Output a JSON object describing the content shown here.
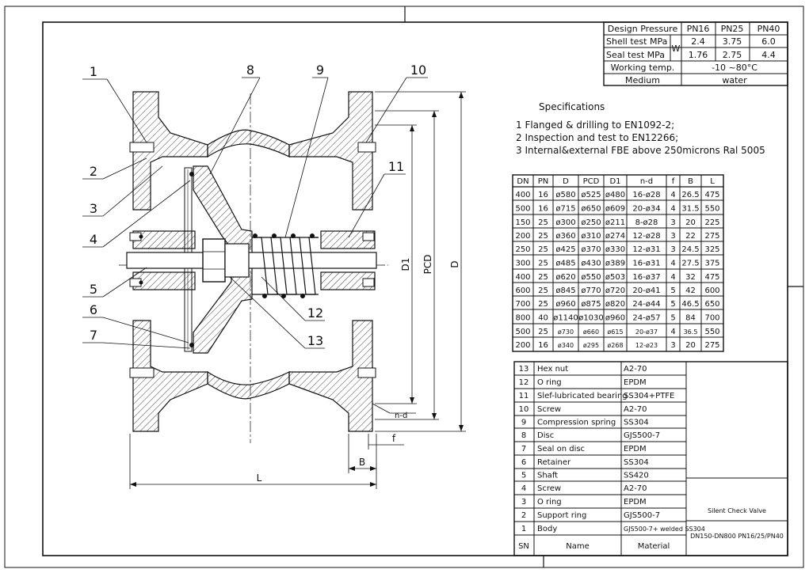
{
  "pressure_table": {
    "headers": [
      "Design Pressure",
      "PN16",
      "PN25",
      "PN40"
    ],
    "rows": [
      {
        "label": "Shell test MPa",
        "values": [
          "2.4",
          "3.75",
          "6.0"
        ]
      },
      {
        "label": "Seal test MPa",
        "values": [
          "1.76",
          "2.75",
          "4.4"
        ]
      }
    ],
    "w_mark": "W",
    "working_temp_label": "Working temp.",
    "working_temp_value": "-10 ~80°C",
    "medium_label": "Medium",
    "medium_value": "water"
  },
  "specifications": {
    "title": "Specifications",
    "items": [
      "1 Flanged & drilling to EN1092-2;",
      "2 Inspection and test to EN12266;",
      "3 Internal&external FBE above 250microns Ral 5005"
    ]
  },
  "dimension_table": {
    "headers": [
      "DN",
      "PN",
      "D",
      "PCD",
      "D1",
      "n-d",
      "f",
      "B",
      "L"
    ],
    "rows": [
      [
        "400",
        "16",
        "ø580",
        "ø525",
        "ø480",
        "16-ø28",
        "4",
        "26.5",
        "475"
      ],
      [
        "500",
        "16",
        "ø715",
        "ø650",
        "ø609",
        "20-ø34",
        "4",
        "31.5",
        "550"
      ],
      [
        "150",
        "25",
        "ø300",
        "ø250",
        "ø211",
        "8-ø28",
        "3",
        "20",
        "225"
      ],
      [
        "200",
        "25",
        "ø360",
        "ø310",
        "ø274",
        "12-ø28",
        "3",
        "22",
        "275"
      ],
      [
        "250",
        "25",
        "ø425",
        "ø370",
        "ø330",
        "12-ø31",
        "3",
        "24.5",
        "325"
      ],
      [
        "300",
        "25",
        "ø485",
        "ø430",
        "ø389",
        "16-ø31",
        "4",
        "27.5",
        "375"
      ],
      [
        "400",
        "25",
        "ø620",
        "ø550",
        "ø503",
        "16-ø37",
        "4",
        "32",
        "475"
      ],
      [
        "600",
        "25",
        "ø845",
        "ø770",
        "ø720",
        "20-ø41",
        "5",
        "42",
        "600"
      ],
      [
        "700",
        "25",
        "ø960",
        "ø875",
        "ø820",
        "24-ø44",
        "5",
        "46.5",
        "650"
      ],
      [
        "800",
        "40",
        "ø1140",
        "ø1030",
        "ø960",
        "24-ø57",
        "5",
        "84",
        "700"
      ],
      [
        "500",
        "25",
        "ø730",
        "ø660",
        "ø615",
        "20-ø37",
        "4",
        "36.5",
        "550"
      ],
      [
        "200",
        "16",
        "ø340",
        "ø295",
        "ø268",
        "12-ø23",
        "3",
        "20",
        "275"
      ]
    ]
  },
  "parts_list": {
    "rows": [
      [
        "13",
        "Hex nut",
        "A2-70"
      ],
      [
        "12",
        "O ring",
        "EPDM"
      ],
      [
        "11",
        "Slef-lubricated bearing",
        "SS304+PTFE"
      ],
      [
        "10",
        "Screw",
        "A2-70"
      ],
      [
        "9",
        "Compression spring",
        "SS304"
      ],
      [
        "8",
        "Disc",
        "GJS500-7"
      ],
      [
        "7",
        "Seal on disc",
        "EPDM"
      ],
      [
        "6",
        "Retainer",
        "SS304"
      ],
      [
        "5",
        "Shaft",
        "SS420"
      ],
      [
        "4",
        "Screw",
        "A2-70"
      ],
      [
        "3",
        "O ring",
        "EPDM"
      ],
      [
        "2",
        "Support ring",
        "GJS500-7"
      ],
      [
        "1",
        "Body",
        "GJS500-7+ welded SS304"
      ]
    ],
    "footer": [
      "SN",
      "Name",
      "Material"
    ]
  },
  "title_block": {
    "title": "Silent Check Valve",
    "subtitle": "DN150-DN800  PN16/25/PN40"
  },
  "balloons": [
    "1",
    "2",
    "3",
    "4",
    "5",
    "6",
    "7",
    "8",
    "9",
    "10",
    "11",
    "12",
    "13"
  ],
  "dimensions": {
    "D1": "D1",
    "PCD": "PCD",
    "D": "D",
    "L": "L",
    "B": "B",
    "f": "f",
    "nd": "n-d"
  }
}
